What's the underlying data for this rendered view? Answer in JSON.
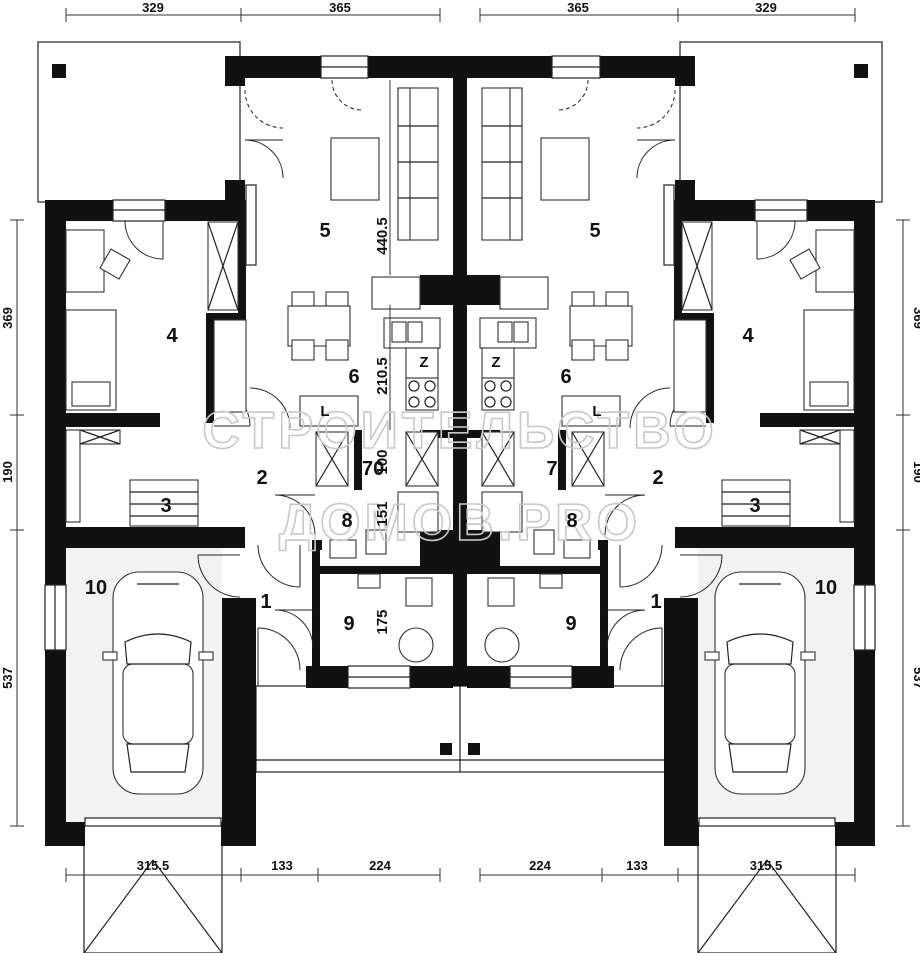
{
  "dimensions": {
    "top": [
      "329",
      "365",
      "365",
      "329"
    ],
    "bottom": [
      "315.5",
      "133",
      "224",
      "224",
      "133",
      "315.5"
    ],
    "left": [
      "369",
      "190",
      "537"
    ],
    "right": [
      "369",
      "190",
      "537"
    ]
  },
  "rooms": {
    "left": [
      "1",
      "2",
      "3",
      "4",
      "5",
      "6",
      "7",
      "8",
      "9",
      "10"
    ],
    "right": [
      "1",
      "2",
      "3",
      "4",
      "5",
      "6",
      "7",
      "8",
      "9",
      "10"
    ]
  },
  "interior_dims": {
    "living": "440.5",
    "kitchen": "210.5",
    "pantry": "70",
    "pantry_depth": "100",
    "bath": "151",
    "wc": "175"
  },
  "appliance_labels": {
    "fridge_left": "Z",
    "fridge_right": "Z",
    "wardrobe_left": "L",
    "wardrobe_right": "L"
  },
  "watermark": {
    "line1": "СТРОИТЕЛЬСТВО",
    "line2": "ДОМОВ.PRO"
  }
}
